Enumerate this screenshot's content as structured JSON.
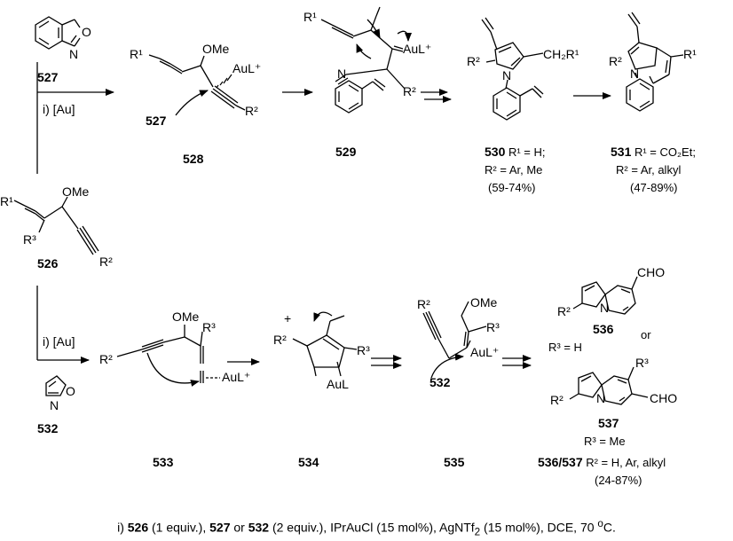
{
  "reagents": {
    "benzisoxazole_id": "527",
    "isoxazole_id": "532",
    "step_label_top": "i) [Au]",
    "step_label_bottom": "i) [Au]",
    "o_atom": "O",
    "n_atom": "N"
  },
  "compounds": {
    "c526": {
      "id": "526",
      "r1": "R¹",
      "r2": "R²",
      "r3": "R³",
      "ome": "OMe"
    },
    "c528": {
      "id": "528",
      "r1": "R¹",
      "r2": "R²",
      "ome": "OMe",
      "metal": "AuL⁺",
      "attack": "527"
    },
    "c529": {
      "id": "529",
      "r1": "R¹",
      "r2": "R²",
      "metal": "AuL⁺",
      "n": "N"
    },
    "c530": {
      "id": "530",
      "r2": "R²",
      "ch2r1": "CH₂R¹",
      "n": "N",
      "line1": " R¹ = H;",
      "line2": "R² = Ar, Me",
      "line3": "(59-74%)"
    },
    "c531": {
      "id": "531",
      "r1": "R¹",
      "r2": "R²",
      "n": "N",
      "line1": " R¹ = CO₂Et;",
      "line2": "R² = Ar, alkyl",
      "line3": "(47-89%)"
    },
    "c533": {
      "id": "533",
      "r2": "R²",
      "r3": "R³",
      "ome": "OMe",
      "metal": "AuL⁺"
    },
    "c534": {
      "id": "534",
      "r2": "R²",
      "r3": "R³",
      "metal": "AuL",
      "plus": "+"
    },
    "c535": {
      "id": "535",
      "r2": "R²",
      "r3": "R³",
      "ome": "OMe",
      "metal": "AuL⁺",
      "attack": "532"
    },
    "c536": {
      "id": "536",
      "r2": "R²",
      "cho": "CHO",
      "n": "N",
      "cond": "R³ = H"
    },
    "or_text": "or",
    "c537": {
      "id": "537",
      "r2": "R²",
      "r3": "R³",
      "cho": "CHO",
      "n": "N",
      "cond": "R³ = Me"
    },
    "combined": {
      "id": "536/537",
      "line1": " R² = H, Ar, alkyl",
      "line2": "(24-87%)"
    }
  },
  "conditions": {
    "prefix": "i) ",
    "sm": "526",
    "t1": " (1 equiv.), ",
    "a": "527",
    "t2": " or ",
    "b": "532",
    "t3": " (2 equiv.), IPrAuCl (15 mol%), AgNTf",
    "sub": "2",
    "t4": " (15 mol%), DCE, 70 ",
    "sup": "o",
    "t5": "C."
  }
}
